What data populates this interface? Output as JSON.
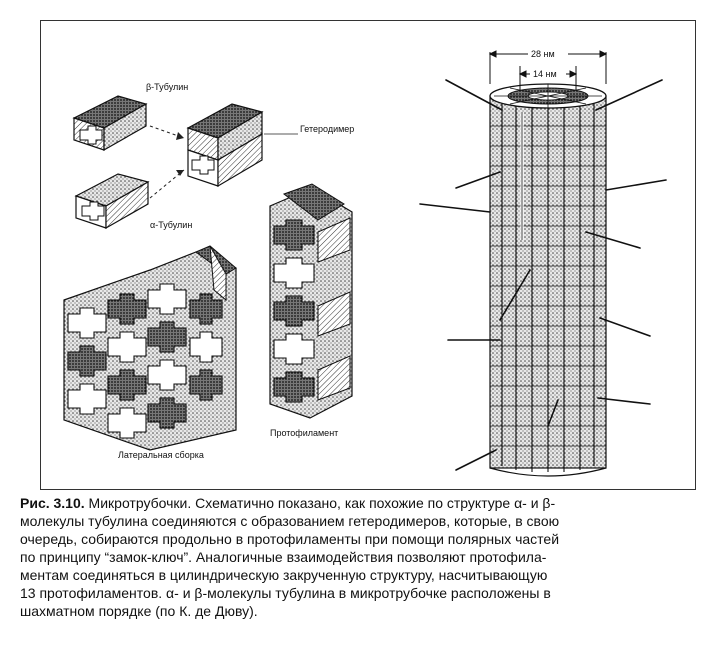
{
  "figure": {
    "labels": {
      "beta_tubulin": "β-Тубулин",
      "heterodimer": "Гетеродимер",
      "alpha_tubulin": "α-Тубулин",
      "lateral_assembly": "Латеральная сборка",
      "protofilament": "Протофиламент",
      "dim_28": "28 нм",
      "dim_14": "14 нм"
    }
  },
  "caption": {
    "title": "Рис. 3.10.",
    "lines": [
      " Микротрубочки. Схематично показано, как похожие по структуре α- и β-",
      "молекулы тубулина соединяются с образованием гетеродимеров, которые, в свою",
      "очередь, собираются продольно в протофиламенты при помощи полярных частей",
      "по принципу “замок-ключ”. Аналогичные взаимодействия позволяют протофила-",
      "ментам соединяться в цилиндрическую закрученную структуру, насчитывающую",
      "13 протофиламентов. α- и β-молекулы тубулина в микротрубочке расположены в",
      "шахматном порядке (по К. де Дюву)."
    ]
  }
}
